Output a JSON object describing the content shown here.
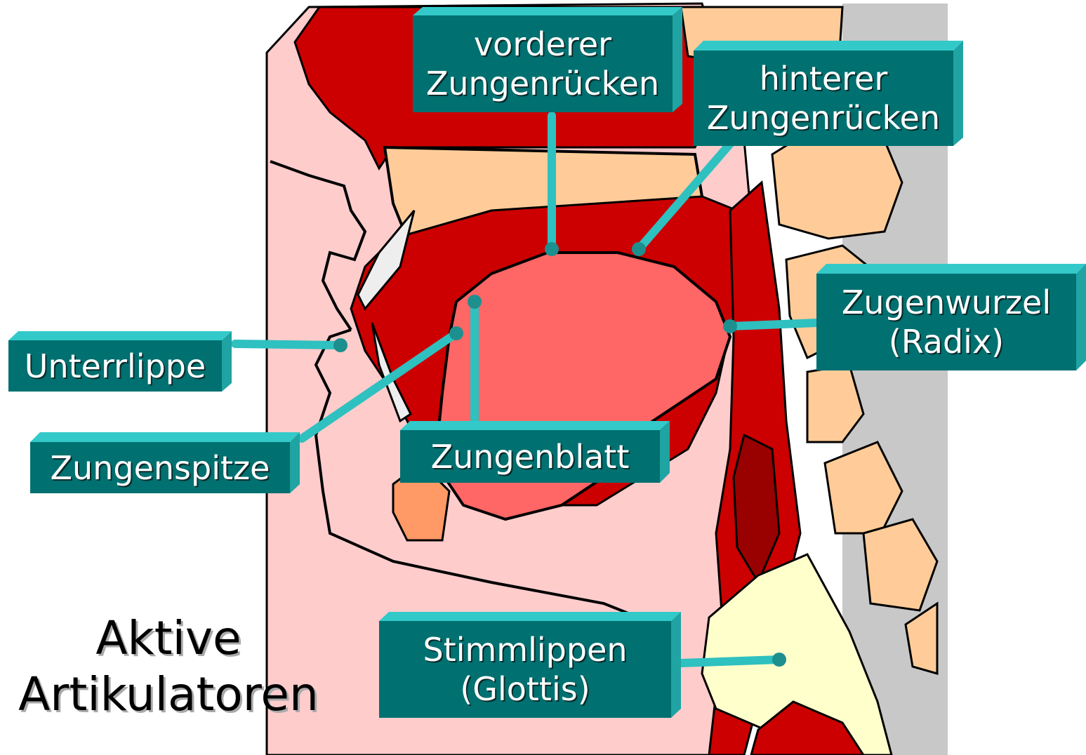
{
  "title": {
    "line1": "Aktive",
    "line2": "Artikulatoren"
  },
  "labels": {
    "vorderer_zungenruecken": {
      "line1": "vorderer",
      "line2": "Zungenrücken"
    },
    "hinterer_zungenruecken": {
      "line1": "hinterer",
      "line2": "Zungenrücken"
    },
    "zugenwurzel": {
      "line1": "Zugenwurzel",
      "line2": "(Radix)"
    },
    "unterrlippe": {
      "line1": "Unterrlippe"
    },
    "zungenspitze": {
      "line1": "Zungenspitze"
    },
    "zungenblatt": {
      "line1": "Zungenblatt"
    },
    "stimmlippen": {
      "line1": "Stimmlippen",
      "line2": "(Glottis)"
    }
  },
  "colors": {
    "label_bg": "#007070",
    "label_top": "#33c9c9",
    "label_side": "#1fa3a3",
    "pointer": "#2fc0c0",
    "tissue_red": "#cc0000",
    "tongue": "#ff6666",
    "skin": "#ffcccc",
    "bone": "#ffcc99",
    "cartilage": "#ffffcc",
    "spine_bg": "#c8c8c8"
  }
}
